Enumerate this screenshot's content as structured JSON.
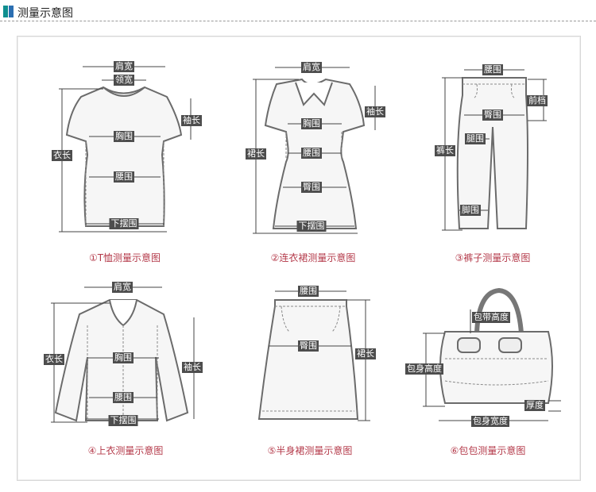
{
  "header": {
    "title": "测量示意图"
  },
  "tshirt": {
    "caption": "①T恤测量示意图",
    "labels": {
      "shoulder": "肩宽",
      "neck": "领宽",
      "sleeve": "袖长",
      "chest": "胸围",
      "length": "衣长",
      "waist": "腰围",
      "hem": "下摆围"
    }
  },
  "dress": {
    "caption": "②连衣裙测量示意图",
    "labels": {
      "shoulder": "肩宽",
      "sleeve": "袖长",
      "chest": "胸围",
      "length": "裙长",
      "waist": "腰围",
      "hip": "臀围",
      "hem": "下摆围"
    }
  },
  "pants": {
    "caption": "③裤子测量示意图",
    "labels": {
      "waist": "腰围",
      "rise": "前档",
      "hip": "臀围",
      "thigh": "腿围",
      "length": "裤长",
      "foot": "脚围"
    }
  },
  "shirt": {
    "caption": "④上衣测量示意图",
    "labels": {
      "shoulder": "肩宽",
      "length": "衣长",
      "sleeve": "袖长",
      "chest": "胸围",
      "waist": "腰围",
      "hem": "下摆围"
    }
  },
  "skirt": {
    "caption": "⑤半身裙测量示意图",
    "labels": {
      "waist": "腰围",
      "hip": "臀围",
      "length": "裙长"
    }
  },
  "bag": {
    "caption": "⑥包包测量示意图",
    "labels": {
      "strap": "包带高度",
      "height": "包身高度",
      "depth": "厚度",
      "width": "包身宽度"
    }
  }
}
